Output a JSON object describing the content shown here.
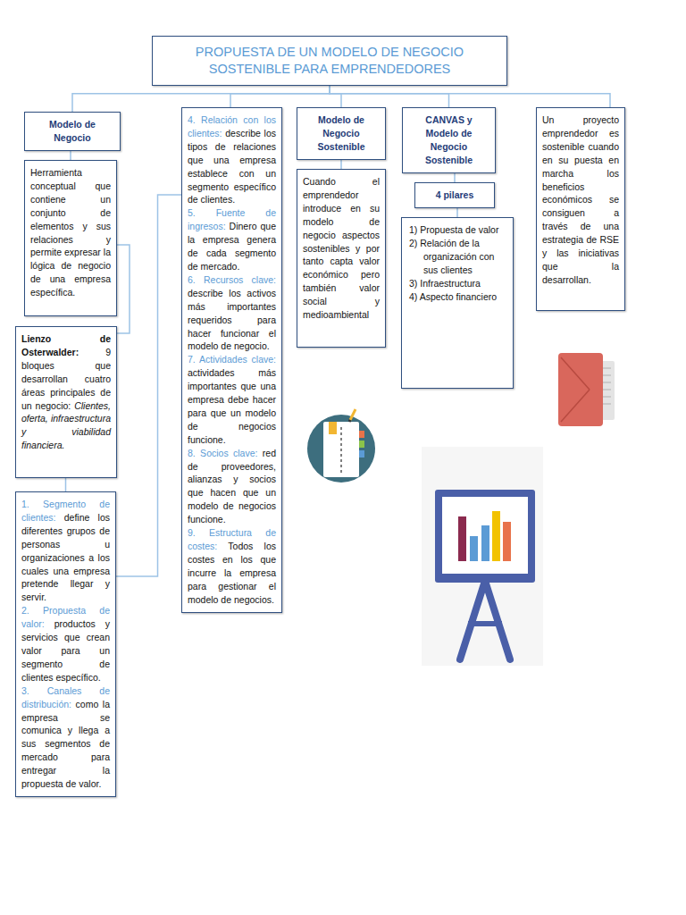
{
  "diagram": {
    "nodes": [
      {
        "text": [
          "PROPUESTA DE UN MODELO DE NEGOCIO SOSTENIBLE PARA EMPRENDEDORES"
        ]
      },
      {
        "text": [
          "Modelo de Negocio"
        ]
      },
      {
        "text": [
          "Herramienta conceptual que contiene un conjunto de elementos y sus relaciones y permite expresar la lógica de negocio de una empresa específica."
        ]
      },
      {
        "text": [
          "Lienzo de Osterwalder:",
          "9 bloques que desarrollan cuatro áreas principales de un negocio:",
          "Clientes, oferta, infraestructura y viabilidad financiera."
        ]
      },
      {
        "text": [
          "1. Segmento de clientes:",
          "define los diferentes grupos de personas u organizaciones a los cuales una empresa pretende llegar y servir.",
          "2. Propuesta de valor:",
          "productos y servicios que crean valor para un segmento de clientes específico.",
          "3. Canales de distribución:",
          "como la empresa se comunica y llega a sus segmentos de mercado para entregar la propuesta de valor."
        ]
      },
      {
        "text": [
          "4. Relación con los clientes:",
          "describe los tipos de relaciones que una empresa establece con un segmento específico de clientes.",
          "5. Fuente de ingresos:",
          "Dinero que la empresa genera de cada segmento de mercado.",
          "6. Recursos clave:",
          "describe los activos más importantes requeridos para hacer funcionar el modelo de negocio.",
          "7. Actividades clave:",
          "actividades más importantes que una empresa debe hacer para que un modelo de negocios funcione.",
          "8. Socios clave:",
          "red de proveedores, alianzas y socios que hacen que un modelo de negocios funcione.",
          "9. Estructura de costes:",
          "Todos los costes en los que incurre la empresa para gestionar el modelo de negocios."
        ]
      },
      {
        "text": [
          "Modelo de Negocio Sostenible"
        ]
      },
      {
        "text": [
          "Cuando el emprendedor introduce en su modelo de negocio aspectos sostenibles y por tanto capta valor económico pero también valor social y medioambiental"
        ]
      },
      {
        "text": [
          "CANVAS y Modelo de Negocio Sostenible"
        ]
      },
      {
        "text": [
          "4 pilares"
        ]
      },
      {
        "text": [
          "1) Propuesta de valor",
          "2) Relación de la organización con sus clientes",
          "3) Infraestructura",
          "4) Aspecto financiero"
        ]
      },
      {
        "text": [
          "Un proyecto emprendedor es sostenible cuando en su puesta en marcha los beneficios económicos se consiguen a través de una estrategia de RSE y las iniciativas que la desarrollan."
        ]
      }
    ],
    "edges": [
      {
        "from": 0,
        "to": 1,
        "arrow": "none"
      },
      {
        "from": 0,
        "to": 5,
        "arrow": "none"
      },
      {
        "from": 0,
        "to": 6,
        "arrow": "none"
      },
      {
        "from": 0,
        "to": 8,
        "arrow": "none"
      },
      {
        "from": 0,
        "to": 11,
        "arrow": "none"
      },
      {
        "from": 1,
        "to": 2,
        "arrow": "none"
      },
      {
        "from": 2,
        "to": 3,
        "arrow": "none"
      },
      {
        "from": 3,
        "to": 4,
        "arrow": "none"
      },
      {
        "from": 4,
        "to": 5,
        "arrow": "none"
      },
      {
        "from": 6,
        "to": 7,
        "arrow": "none"
      },
      {
        "from": 8,
        "to": 9,
        "arrow": "none"
      },
      {
        "from": 9,
        "to": 10,
        "arrow": "none"
      }
    ]
  }
}
